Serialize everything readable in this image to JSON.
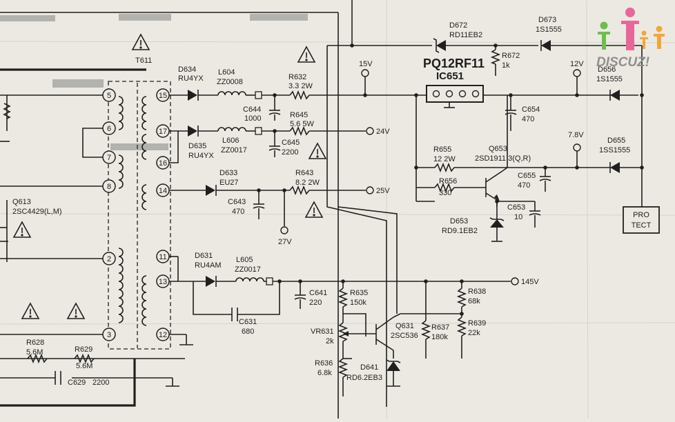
{
  "diagram": {
    "transformer": "T611",
    "ic": {
      "ref": "IC651",
      "part": "PQ12RF11"
    },
    "protect_box": [
      "PRO",
      "TECT"
    ],
    "pins": [
      "5",
      "6",
      "7",
      "8",
      "2",
      "3",
      "15",
      "17",
      "16",
      "14",
      "11",
      "13",
      "12"
    ],
    "rails": {
      "v15": "15V",
      "v12": "12V",
      "v7_8": "7.8V",
      "v24": "24V",
      "v25": "25V",
      "v27": "27V",
      "v145": "145V"
    },
    "components": {
      "D634": {
        "ref": "D634",
        "part": "RU4YX"
      },
      "D635": {
        "ref": "D635",
        "part": "RU4YX"
      },
      "D633": {
        "ref": "D633",
        "part": "EU27"
      },
      "D631": {
        "ref": "D631",
        "part": "RU4AM"
      },
      "D672": {
        "ref": "D672",
        "part": "RD11EB2"
      },
      "D673": {
        "ref": "D673",
        "part": "1S1555"
      },
      "D656": {
        "ref": "D656",
        "part": "1S1555"
      },
      "D655": {
        "ref": "D655",
        "part": "1SS1555"
      },
      "D653": {
        "ref": "D653",
        "part": "RD9.1EB2"
      },
      "D641": {
        "ref": "D641",
        "part": "RD6.2EB3"
      },
      "L604": {
        "ref": "L604",
        "part": "ZZ0008"
      },
      "L606": {
        "ref": "L606",
        "part": "ZZ0017"
      },
      "L605": {
        "ref": "L605",
        "part": "ZZ0017"
      },
      "R632": {
        "ref": "R632",
        "value": "3.3 2W"
      },
      "R645": {
        "ref": "R645",
        "value": "5.6 5W"
      },
      "R643": {
        "ref": "R643",
        "value": "8.2 2W"
      },
      "R672": {
        "ref": "R672",
        "value": "1k"
      },
      "R655": {
        "ref": "R655",
        "value": "12 2W"
      },
      "R656": {
        "ref": "R656",
        "value": "330"
      },
      "R635": {
        "ref": "R635",
        "value": "150k"
      },
      "VR631": {
        "ref": "VR631",
        "value": "2k"
      },
      "R636": {
        "ref": "R636",
        "value": "6.8k"
      },
      "R637": {
        "ref": "R637",
        "value": "180k"
      },
      "R638": {
        "ref": "R638",
        "value": "68k"
      },
      "R639": {
        "ref": "R639",
        "value": "22k"
      },
      "R628": {
        "ref": "R628",
        "value": "5.6M"
      },
      "R629": {
        "ref": "R629",
        "value": "5.6M"
      },
      "C644": {
        "ref": "C644",
        "value": "1000"
      },
      "C645": {
        "ref": "C645",
        "value": "2200"
      },
      "C643": {
        "ref": "C643",
        "value": "470"
      },
      "C641": {
        "ref": "C641",
        "value": "220"
      },
      "C631": {
        "ref": "C631",
        "value": "680"
      },
      "C654": {
        "ref": "C654",
        "value": "470"
      },
      "C655": {
        "ref": "C655",
        "value": "470"
      },
      "C653": {
        "ref": "C653",
        "value": "10"
      },
      "C629": {
        "ref": "C629",
        "value": "2200"
      },
      "Q653": {
        "ref": "Q653",
        "part": "2SD1911 3(Q,R)"
      },
      "Q631": {
        "ref": "Q631",
        "part": "2SC536"
      },
      "Q613": {
        "ref": "Q613",
        "part": "2SC4429(L,M)"
      }
    }
  },
  "logo": {
    "text": "DISCUZ!",
    "colors": {
      "figure_green": "#6cc04a",
      "figure_pink": "#e8679a",
      "figure_orange": "#f2a63a"
    }
  },
  "colors": {
    "paper": "#ece9e2",
    "ink": "#1f1f1f"
  }
}
